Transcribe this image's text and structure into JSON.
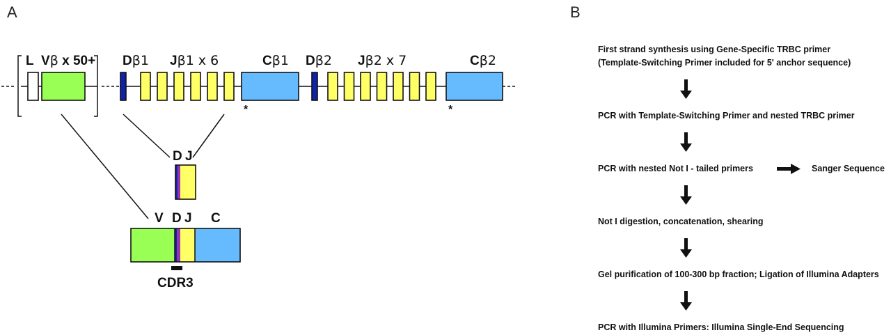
{
  "panels": {
    "a": "A",
    "b": "B"
  },
  "colors": {
    "v_segment": "#99ff55",
    "j_segment": "#ffff66",
    "c_segment": "#66bbff",
    "d_segment": "#1122aa",
    "d_junction": "#9933aa",
    "leader": "#ffffff",
    "rss_marker": "#bb2222"
  },
  "locus": {
    "l_label": "L",
    "vb": {
      "main": "V",
      "greek": "β",
      "suffix": " x 50+"
    },
    "db1": {
      "main": "D",
      "greek": "β",
      "suffix": "1"
    },
    "jb1": {
      "main": "J",
      "greek": "β",
      "suffix": "1 x 6"
    },
    "cb1": {
      "main": "C",
      "greek": "β",
      "suffix": "1"
    },
    "db2": {
      "main": "D",
      "greek": "β",
      "suffix": "2"
    },
    "jb2": {
      "main": "J",
      "greek": "β",
      "suffix": "2 x 7"
    },
    "cb2": {
      "main": "C",
      "greek": "β",
      "suffix": "2"
    },
    "marker": "*",
    "jb1_count": 6,
    "jb2_count": 7
  },
  "dj": {
    "d": "D",
    "j": "J"
  },
  "vdjc": {
    "v": "V",
    "d": "D",
    "j": "J",
    "c": "C",
    "cdr3": "CDR3"
  },
  "workflow": {
    "steps": [
      {
        "line1": "First strand synthesis using Gene-Specific TRBC primer",
        "line2": "(Template-Switching Primer included for 5' anchor sequence)"
      },
      {
        "line1": "PCR with Template-Switching Primer and nested TRBC primer"
      },
      {
        "line1": "PCR with nested Not I - tailed primers",
        "side": "Sanger Sequence"
      },
      {
        "line1": "Not I digestion, concatenation, shearing"
      },
      {
        "line1": "Gel purification of 100-300 bp fraction; Ligation of Illumina Adapters"
      },
      {
        "line1": "PCR with Illumina Primers: Illumina Single-End Sequencing"
      }
    ]
  }
}
